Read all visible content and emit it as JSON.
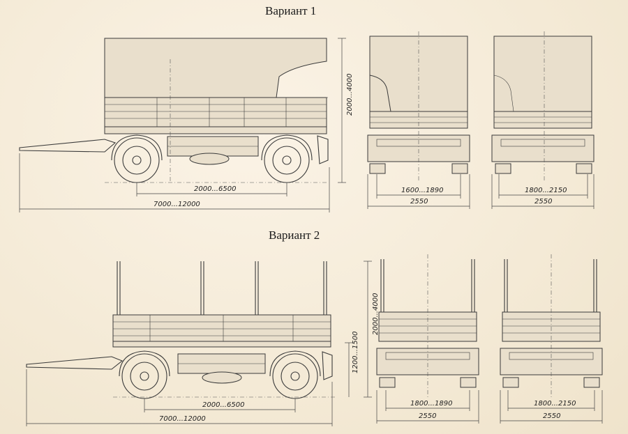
{
  "titles": {
    "variant1": "Вариант 1",
    "variant2": "Вариант 2"
  },
  "dimensions": {
    "v1": {
      "height_range": "2000...4000",
      "wheelbase": "2000...6500",
      "overall_length": "7000...12000",
      "front_track": "1600...1890",
      "front_width": "2550",
      "rear_track": "1800...2150",
      "rear_width": "2550"
    },
    "v2": {
      "height_range": "2000...4000",
      "platform_height": "1200...1500",
      "wheelbase": "2000...6500",
      "overall_length": "7000...12000",
      "front_track": "1800...1890",
      "front_width": "2550",
      "rear_track": "1800...2150",
      "rear_width": "2550"
    }
  }
}
